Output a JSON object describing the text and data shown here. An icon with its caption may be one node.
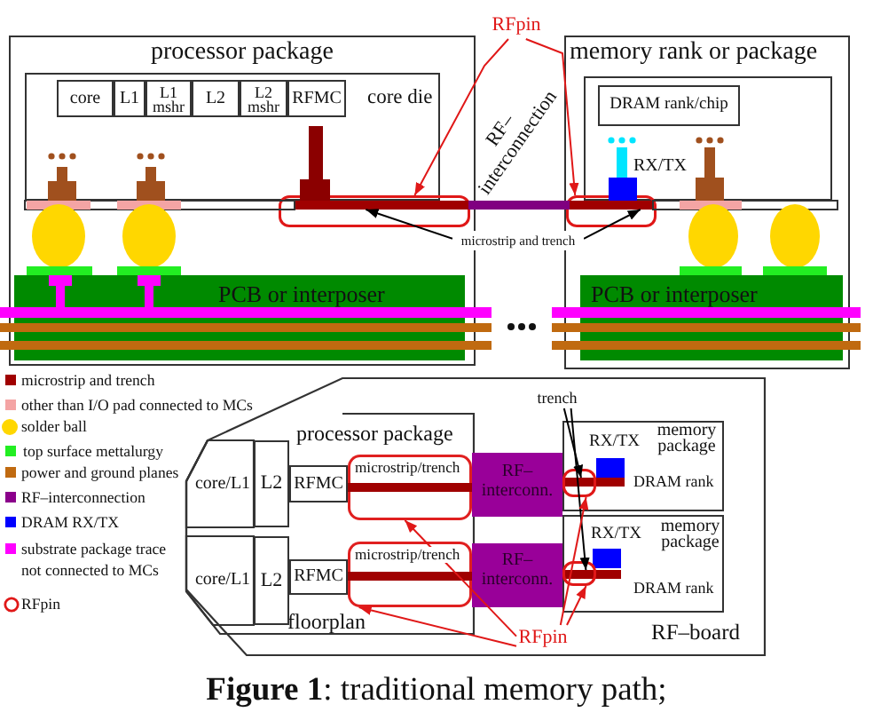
{
  "diagram": {
    "caption": "**Figure 1**: traditional memory path;",
    "nodes": [
      {
        "text": [
          "processor package"
        ]
      },
      {
        "text": [
          "core die"
        ],
        "in": 0
      },
      {
        "text": [
          "core"
        ],
        "in": 1
      },
      {
        "text": [
          "L1"
        ],
        "in": 1
      },
      {
        "text": [
          "L1 mshr"
        ],
        "in": 1
      },
      {
        "text": [
          "L2"
        ],
        "in": 1
      },
      {
        "text": [
          "L2 mshr"
        ],
        "in": 1
      },
      {
        "text": [
          "RFMC"
        ],
        "in": 1
      },
      {
        "text": [
          "memory rank or package"
        ]
      },
      {
        "text": [],
        "shape": "box",
        "in": 8
      },
      {
        "text": [
          "DRAM rank/chip"
        ],
        "in": 9
      },
      {
        "text": [
          "PCB or interposer"
        ],
        "in": 0
      },
      {
        "text": [
          "PCB or interposer"
        ],
        "in": 8
      },
      {
        "text": [
          "RFpin"
        ]
      },
      {
        "text": [],
        "shape": "box",
        "in": 0
      },
      {
        "text": [],
        "shape": "box",
        "in": 8
      },
      {
        "text": [
          "microstrip and trench"
        ]
      },
      {
        "text": [],
        "shape": "bar",
        "in": 14
      },
      {
        "text": [],
        "shape": "bar",
        "beside": [
          "RF– interconnection"
        ]
      },
      {
        "text": [],
        "shape": "bar",
        "in": 15
      },
      {
        "text": [
          "RF–board"
        ]
      },
      {
        "text": [
          "processor package",
          "floorplan"
        ],
        "in": 20
      },
      {
        "text": [
          "core/L1"
        ],
        "in": 21
      },
      {
        "text": [
          "L2"
        ],
        "in": 21
      },
      {
        "text": [
          "RFMC"
        ],
        "in": 21
      },
      {
        "text": [
          "microstrip/trench"
        ],
        "in": 21
      },
      {
        "text": [
          "RF– interconn."
        ],
        "in": 20
      },
      {
        "text": [
          "RX/TX",
          "memory package",
          "DRAM rank"
        ],
        "in": 20
      },
      {
        "text": [],
        "shape": "bar",
        "in": 27
      },
      {
        "text": [],
        "shape": "box",
        "in": 27
      },
      {
        "text": [
          "core/L1"
        ],
        "in": 21
      },
      {
        "text": [
          "L2"
        ],
        "in": 21
      },
      {
        "text": [
          "RFMC"
        ],
        "in": 21
      },
      {
        "text": [
          "microstrip/trench"
        ],
        "in": 21
      },
      {
        "text": [
          "RF– interconn."
        ],
        "in": 20
      },
      {
        "text": [
          "RX/TX",
          "memory package",
          "DRAM rank"
        ],
        "in": 20
      },
      {
        "text": [],
        "shape": "bar",
        "in": 35
      },
      {
        "text": [],
        "shape": "box",
        "in": 35
      },
      {
        "text": [
          "trench"
        ],
        "in": 20
      },
      {
        "text": [
          "RFpin"
        ],
        "in": 20
      }
    ],
    "edges": [
      {
        "from": 13,
        "to": 14,
        "arrow": "to"
      },
      {
        "from": 13,
        "to": 15,
        "arrow": "to"
      },
      {
        "from": 16,
        "to": 17,
        "arrow": "to",
        "color": "#000000"
      },
      {
        "from": 16,
        "to": 19,
        "arrow": "to",
        "color": "#000000"
      },
      {
        "from": 38,
        "to": 28,
        "arrow": "to",
        "color": "#000000"
      },
      {
        "from": 38,
        "to": 36,
        "arrow": "to",
        "color": "#000000"
      },
      {
        "from": 39,
        "to": 25,
        "arrow": "to"
      },
      {
        "from": 39,
        "to": 33,
        "arrow": "to"
      },
      {
        "from": 39,
        "to": 29,
        "arrow": "to"
      },
      {
        "from": 39,
        "to": 37,
        "arrow": "to"
      }
    ],
    "labels": [
      "RX/TX"
    ],
    "legend": [
      {
        "text": "microstrip and trench",
        "color": "#a00000"
      },
      {
        "text": "other than I/O pad connected to MCs",
        "color": "#f4a4a4"
      },
      {
        "text": "solder ball",
        "color": "#ffd700"
      },
      {
        "text": "top surface mettalurgy",
        "color": "#22ee22"
      },
      {
        "text": "power and ground planes",
        "color": "#c06a10"
      },
      {
        "text": "RF–interconnection",
        "color": "#8b008b"
      },
      {
        "text": "DRAM RX/TX",
        "color": "#0000ff"
      },
      {
        "text": "substrate package trace not connected to MCs",
        "color": "#ff00ff"
      },
      {
        "text": "RFpin"
      }
    ]
  }
}
